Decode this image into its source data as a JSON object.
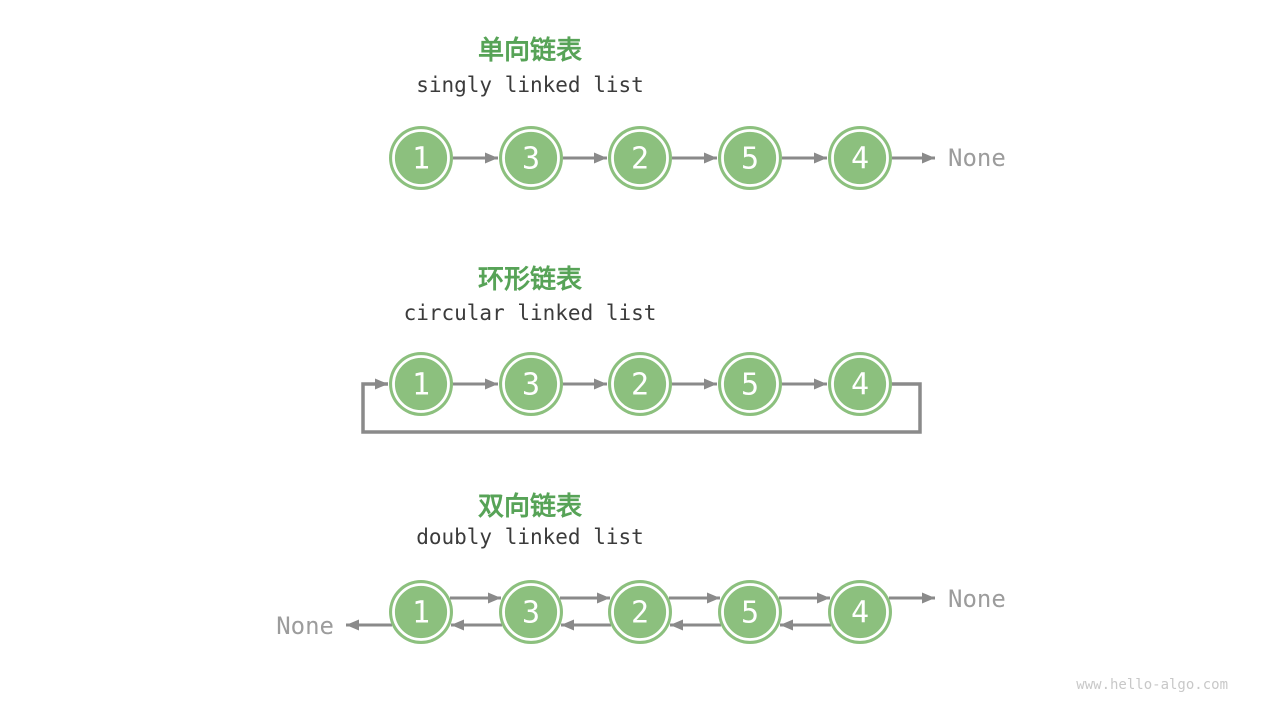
{
  "page": {
    "background": "#ffffff",
    "watermark": "www.hello-algo.com"
  },
  "colors": {
    "title_green": "#57A357",
    "subtitle_dark": "#3B3B3B",
    "node_fill": "#8CC07E",
    "node_ring_white": "#ffffff",
    "node_value_text": "#ffffff",
    "arrow_gray": "#8A8A8A",
    "none_gray": "#9C9C9C",
    "watermark_gray": "#C8C8C8"
  },
  "sections": [
    {
      "id": "singly-linked-list",
      "title_zh": "单向链表",
      "title_en": "singly linked list",
      "nodes": [
        "1",
        "3",
        "2",
        "5",
        "4"
      ],
      "tail_label": "None"
    },
    {
      "id": "circular-linked-list",
      "title_zh": "环形链表",
      "title_en": "circular linked list",
      "nodes": [
        "1",
        "3",
        "2",
        "5",
        "4"
      ]
    },
    {
      "id": "doubly-linked-list",
      "title_zh": "双向链表",
      "title_en": "doubly linked list",
      "nodes": [
        "1",
        "3",
        "2",
        "5",
        "4"
      ],
      "head_label": "None",
      "tail_label": "None"
    }
  ]
}
